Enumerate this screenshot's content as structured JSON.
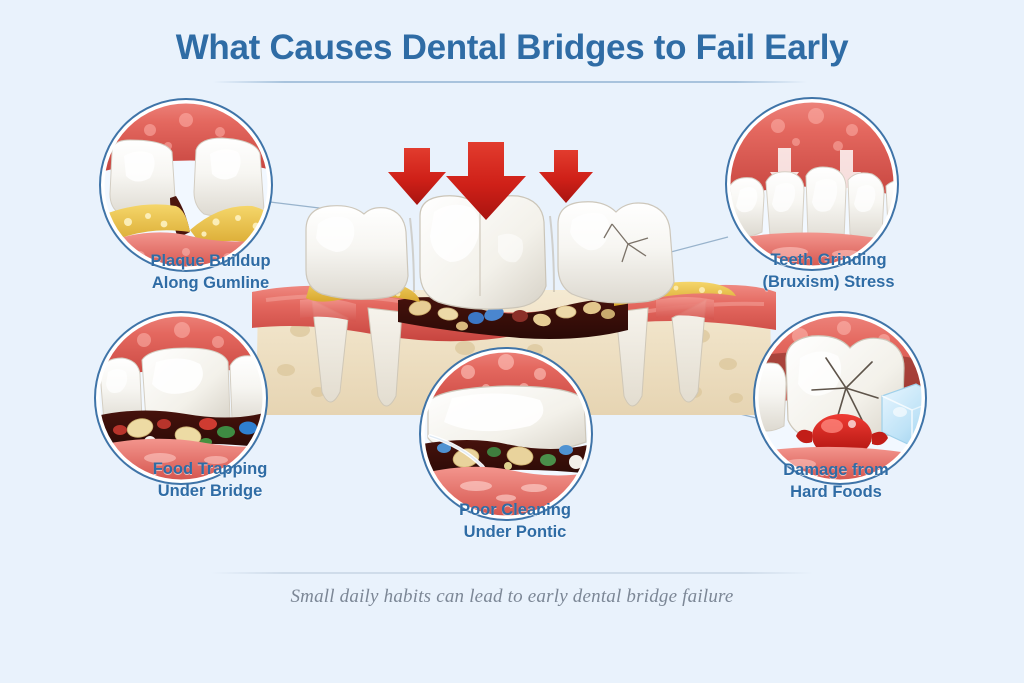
{
  "page": {
    "title": "What Causes Dental Bridges to Fail Early",
    "footer_note": "Small daily habits can lead to early dental bridge failure",
    "background_color": "#e9f2fc",
    "title_color": "#2f6ca5",
    "caption_color": "#2f6ca5",
    "footer_color": "#7c8796",
    "accent_arrow_color": "#cc1f1f",
    "inset_border_color": "#3f74a8",
    "connector_color": "#93afc9"
  },
  "central_illustration": {
    "name": "dental-bridge-cross-section",
    "description": "Three-unit dental bridge over gumline with plaque, trapped food debris and tooth crack",
    "pressure_arrows": {
      "count": 3,
      "icon": "down-arrow-icon",
      "color": "#cc1f1f",
      "meaning": "bite pressure on bridge"
    },
    "teeth": [
      {
        "name": "abutment-tooth-left",
        "has_plaque": true,
        "has_crack": false
      },
      {
        "name": "pontic-center",
        "has_plaque": false,
        "has_crack": false
      },
      {
        "name": "abutment-tooth-right",
        "has_plaque": true,
        "has_crack": true
      }
    ],
    "debris_colors": [
      "#3b76c4",
      "#8b2f28",
      "#e8c98a",
      "#4a8f4a"
    ],
    "plaque_color": "#e8c64a",
    "gum_color": "#e0655e",
    "bone_color": "#efe0c4"
  },
  "insets": [
    {
      "id": "plaque-buildup",
      "label": "Plaque Buildup\nAlong Gumline",
      "position": "top-left",
      "icon_name": "plaque-gumline-icon",
      "scene": "two teeth with heavy yellow plaque ridge along inflamed gumline"
    },
    {
      "id": "teeth-grinding",
      "label": "Teeth Grinding\n(Bruxism) Stress",
      "position": "top-right",
      "icon_name": "bruxism-pressure-icon",
      "scene": "front teeth with two downward white pressure arrows on gums"
    },
    {
      "id": "food-trapping",
      "label": "Food Trapping\nUnder Bridge",
      "position": "bottom-left",
      "icon_name": "food-trap-icon",
      "scene": "bridge with colorful food particles packed in the gap beneath"
    },
    {
      "id": "damage-hard-foods",
      "label": "Damage from\nHard Foods",
      "position": "bottom-right",
      "icon_name": "cracked-tooth-icon",
      "scene": "molar with star-shaped crack beside a hard candy and an ice cube"
    },
    {
      "id": "poor-cleaning",
      "label": "Poor Cleaning\nUnder Pontic",
      "position": "bottom-center",
      "icon_name": "floss-under-pontic-icon",
      "scene": "dental floss threaded under a pontic over trapped debris"
    }
  ]
}
